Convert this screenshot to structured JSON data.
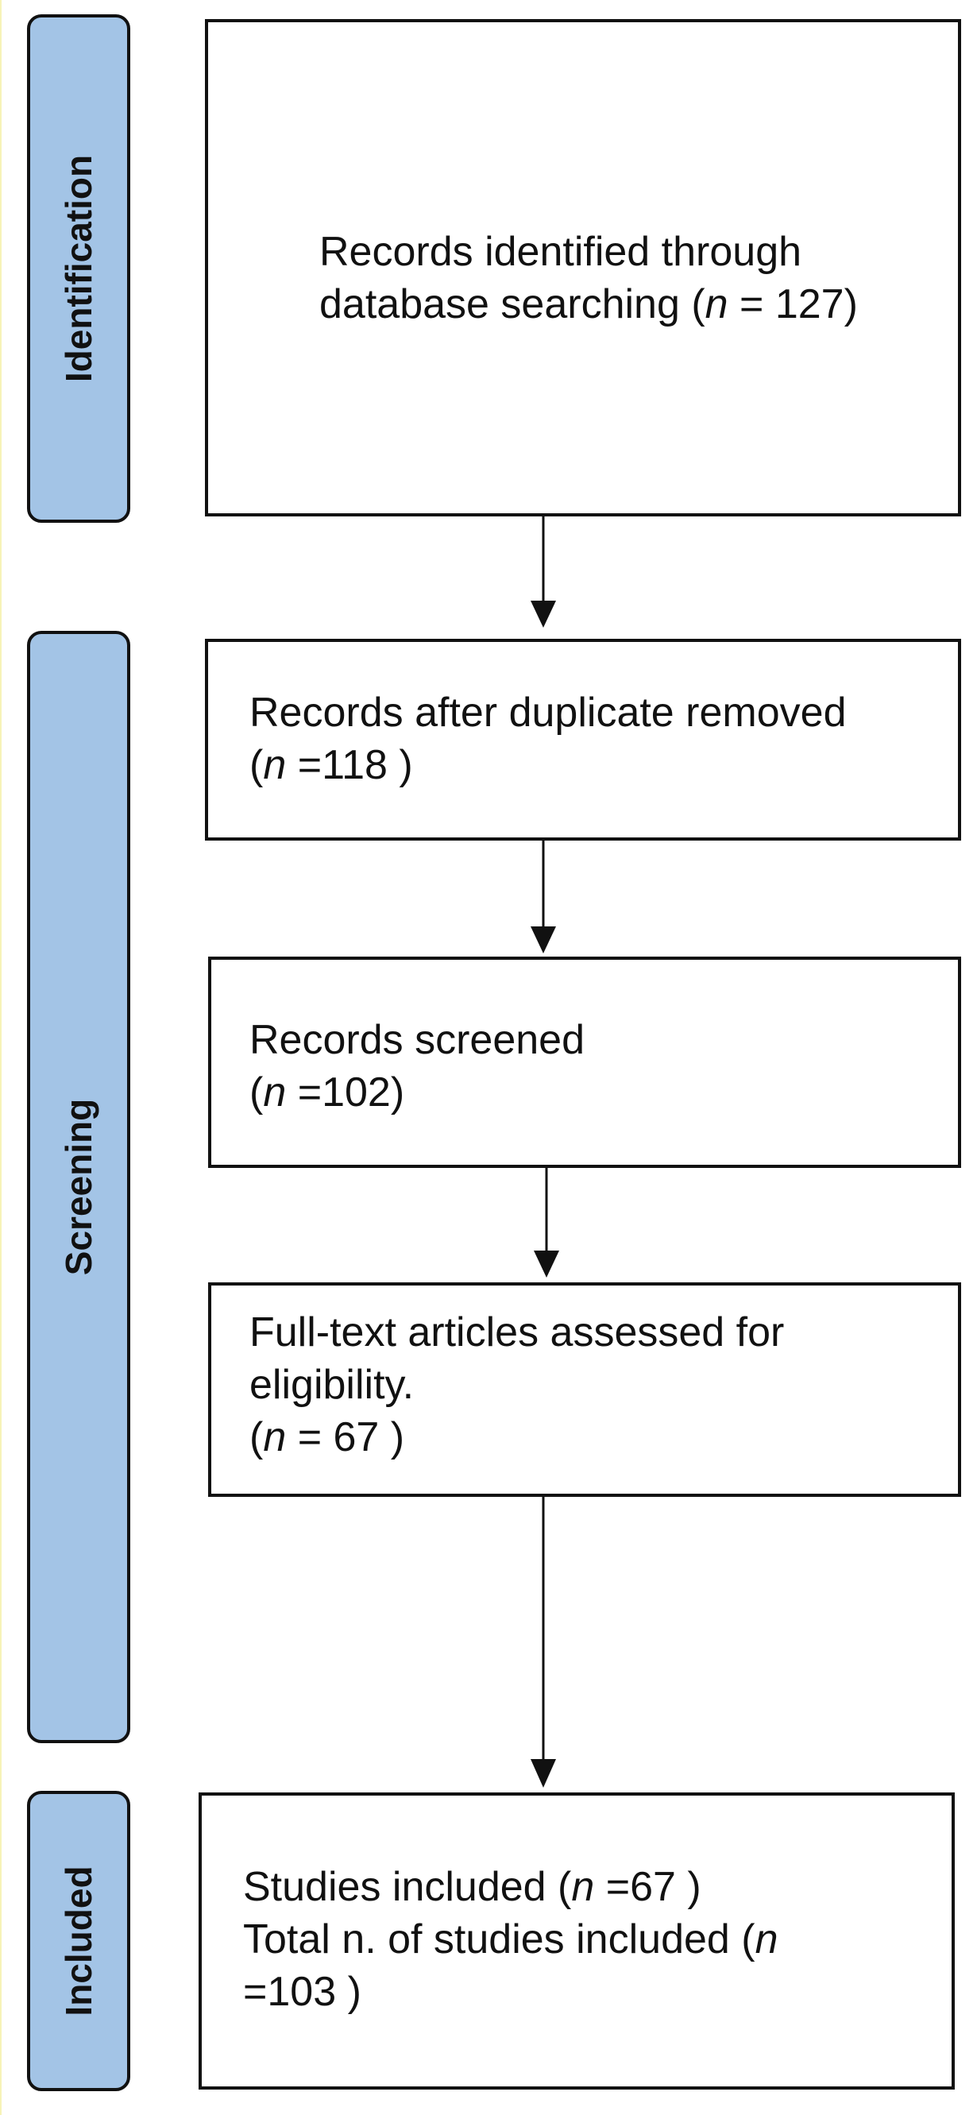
{
  "stages": {
    "identification": "Identification",
    "screening": "Screening",
    "included": "Included"
  },
  "boxes": {
    "identified": {
      "line1": "Records identified through",
      "line2_pre": "database searching (",
      "n_symbol": "n",
      "line2_post": " = 127)"
    },
    "after_duplicates": {
      "line1": "Records after duplicate removed",
      "line2_pre": "(",
      "n_symbol": "n",
      "line2_post": " =118 )"
    },
    "screened": {
      "line1": "Records screened",
      "line2_pre": "(",
      "n_symbol": "n",
      "line2_post": " =102)"
    },
    "fulltext": {
      "line1": "Full-text articles assessed for",
      "line2": "eligibility.",
      "line3_pre": "(",
      "n_symbol": "n",
      "line3_post": " = 67 )"
    },
    "included": {
      "line1_pre": "Studies included (",
      "n_symbol": "n",
      "line1_post": " =67 )",
      "line2_pre": "Total n. of studies included (",
      "line2_n": "n",
      "line3": "=103 )"
    }
  }
}
